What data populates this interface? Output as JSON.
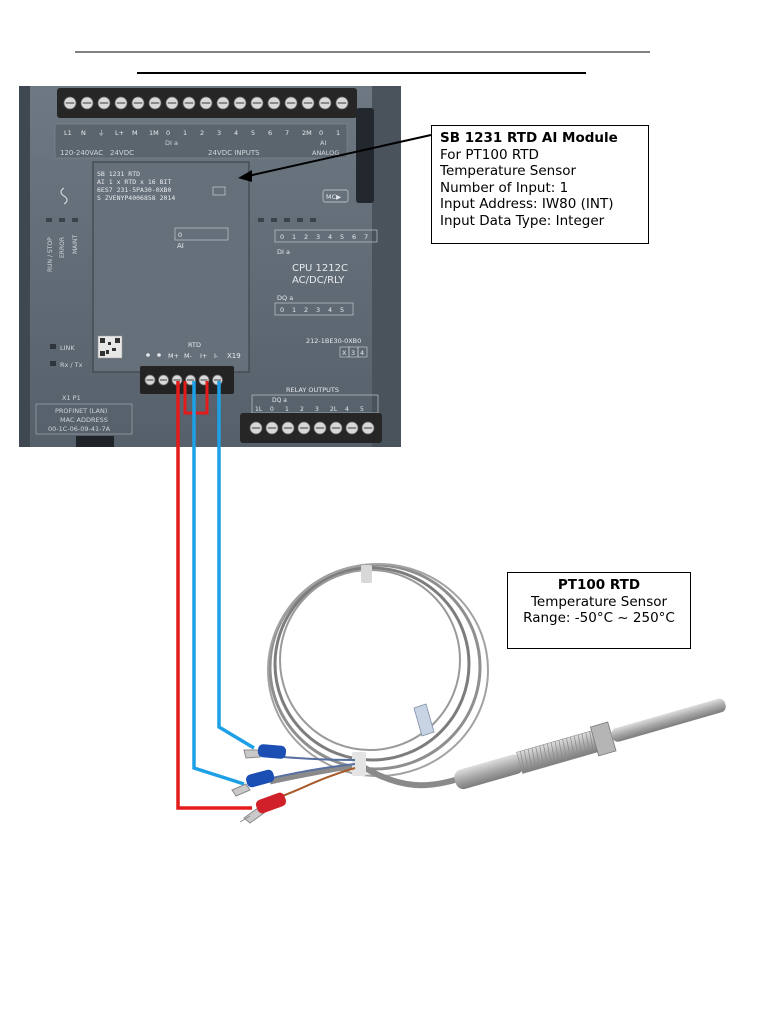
{
  "plc": {
    "terminal_labels_top": [
      "L1",
      "N",
      "⏚",
      "L+",
      "M",
      "1M",
      "0",
      "1",
      "2",
      "3",
      "4",
      "5",
      "6",
      "7",
      "2M",
      "0",
      "1"
    ],
    "supply_labels": [
      "120-240VAC",
      "24VDC"
    ],
    "di_label": "DI a",
    "inputs_label": "24VDC INPUTS",
    "analog_label": "ANALOG",
    "ai_label": "AI",
    "module_label_lines": [
      "SB 1231 RTD",
      "AI 1 x RTD x 16 BIT",
      "6ES7 231-5PA30-0XB0",
      "S ZVENYP4006858 2014"
    ],
    "side_status": [
      "RUN / STOP",
      "ERROR",
      "MAINT"
    ],
    "link_labels": [
      "LINK",
      "Rx / Tx"
    ],
    "ai_channel": "0",
    "ai_name": "AI",
    "di_numbers": [
      "0",
      "1",
      "2",
      "3",
      "4",
      "5",
      "6",
      "7"
    ],
    "di_name": "DI a",
    "cpu_name": "CPU 1212C",
    "cpu_type": "AC/DC/RLY",
    "dq_name": "DQ a",
    "dq_numbers": [
      "0",
      "1",
      "2",
      "3",
      "4",
      "5"
    ],
    "order_number": "212-1BE30-0XB0",
    "slot_numbers": [
      "X",
      "3",
      "4"
    ],
    "rtd_heading": "RTD",
    "rtd_pins": [
      "M+",
      "M-",
      "I+",
      "I-"
    ],
    "connector_id": "X19",
    "relay_outputs": "RELAY OUTPUTS",
    "relay_group": "DQ a",
    "relay_terminals": [
      "1L",
      "0",
      "1",
      "2",
      "3",
      "2L",
      "4",
      "5"
    ],
    "profinet_port": "X1 P1",
    "profinet_label": "PROFINET (LAN)",
    "mac_label": "MAC ADDRESS",
    "mac_value": "00-1C-06-09-41-7A"
  },
  "callouts": {
    "module": {
      "title": "SB 1231 RTD AI Module",
      "lines": [
        "For PT100 RTD",
        "Temperature Sensor",
        "Number of Input: 1",
        "Input Address: IW80 (INT)",
        "Input Data Type: Integer"
      ]
    },
    "sensor": {
      "title": "PT100 RTD",
      "lines": [
        "Temperature Sensor",
        "Range: -50°C ~ 250°C"
      ]
    }
  },
  "colors": {
    "wire_red": "#e31b1b",
    "wire_blue": "#1ea0e6",
    "plc_body": "#5e6872",
    "terminal_block": "#2a2a2a",
    "cable": "#8f8f8f",
    "probe": "#a8a8a8"
  }
}
